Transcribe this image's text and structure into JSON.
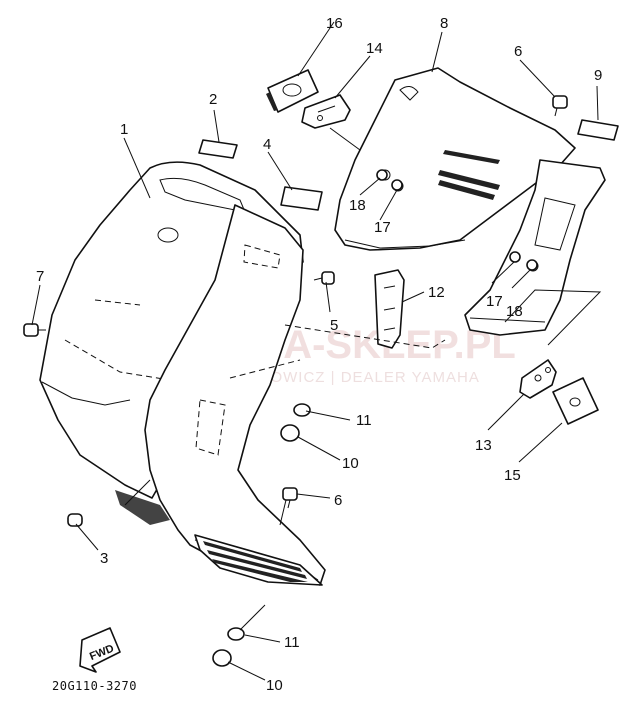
{
  "callouts": {
    "c1": "1",
    "c2": "2",
    "c3": "3",
    "c4": "4",
    "c5": "5",
    "c6a": "6",
    "c6b": "6",
    "c7": "7",
    "c8": "8",
    "c9": "9",
    "c10a": "10",
    "c10b": "10",
    "c11a": "11",
    "c11b": "11",
    "c12": "12",
    "c13": "13",
    "c14": "14",
    "c15": "15",
    "c16": "16",
    "c17a": "17",
    "c17b": "17",
    "c18a": "18",
    "c18b": "18"
  },
  "diagram_code": "20G110-3270",
  "fwd_label": "FWD",
  "watermark": {
    "main": "YAMA-SKLEP.PL",
    "sub": "WODZ MOWICZ | DEALER YAMAHA"
  }
}
